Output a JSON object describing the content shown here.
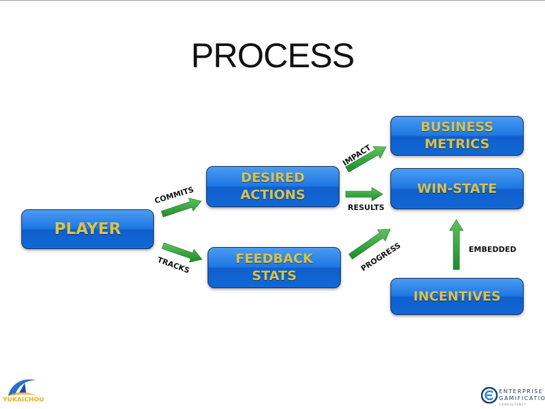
{
  "title": "PROCESS",
  "nodes": {
    "player": "PLAYER",
    "desired_actions": "DESIRED\nACTIONS",
    "feedback_stats": "FEEDBACK\nSTATS",
    "business_metrics": "BUSINESS\nMETRICS",
    "win_state": "WIN-STATE",
    "incentives": "INCENTIVES"
  },
  "edges": {
    "commits": "COMMITS",
    "tracks": "TRACKS",
    "impact": "IMPACT",
    "results": "RESULTS",
    "progress": "PROGRESS",
    "embedded": "EMBEDDED"
  },
  "logos": {
    "left_text": "YUKAICHOU",
    "right_line1": "ENTERPRISE",
    "right_line2": "GAMIFICATION",
    "right_line3": "CONSULTANCY"
  },
  "colors": {
    "node_fill": "#1f77e3",
    "node_text": "#d9c24a",
    "arrow": "#2f9e3a"
  }
}
